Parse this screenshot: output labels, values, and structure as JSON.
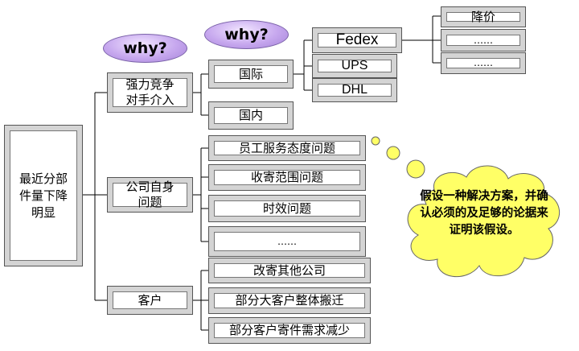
{
  "root": "最近分部件量下降明显",
  "why_labels": [
    "why?",
    "why?"
  ],
  "level1": [
    "强力竞争对手介入",
    "公司自身问题",
    "客户"
  ],
  "competitor_scope": [
    "国际",
    "国内"
  ],
  "carriers": [
    "Fedex",
    "UPS",
    "DHL"
  ],
  "fedex_actions": [
    "降价",
    "……",
    "……"
  ],
  "internal_issues": [
    "员工服务态度问题",
    "收寄范围问题",
    "时效问题",
    "……"
  ],
  "customer_issues": [
    "改寄其他公司",
    "部分大客户整体搬迁",
    "部分客户寄件需求减少"
  ],
  "thought_bubble": "假设一种解决方案，并确认必须的及足够的论据来证明该假设。"
}
